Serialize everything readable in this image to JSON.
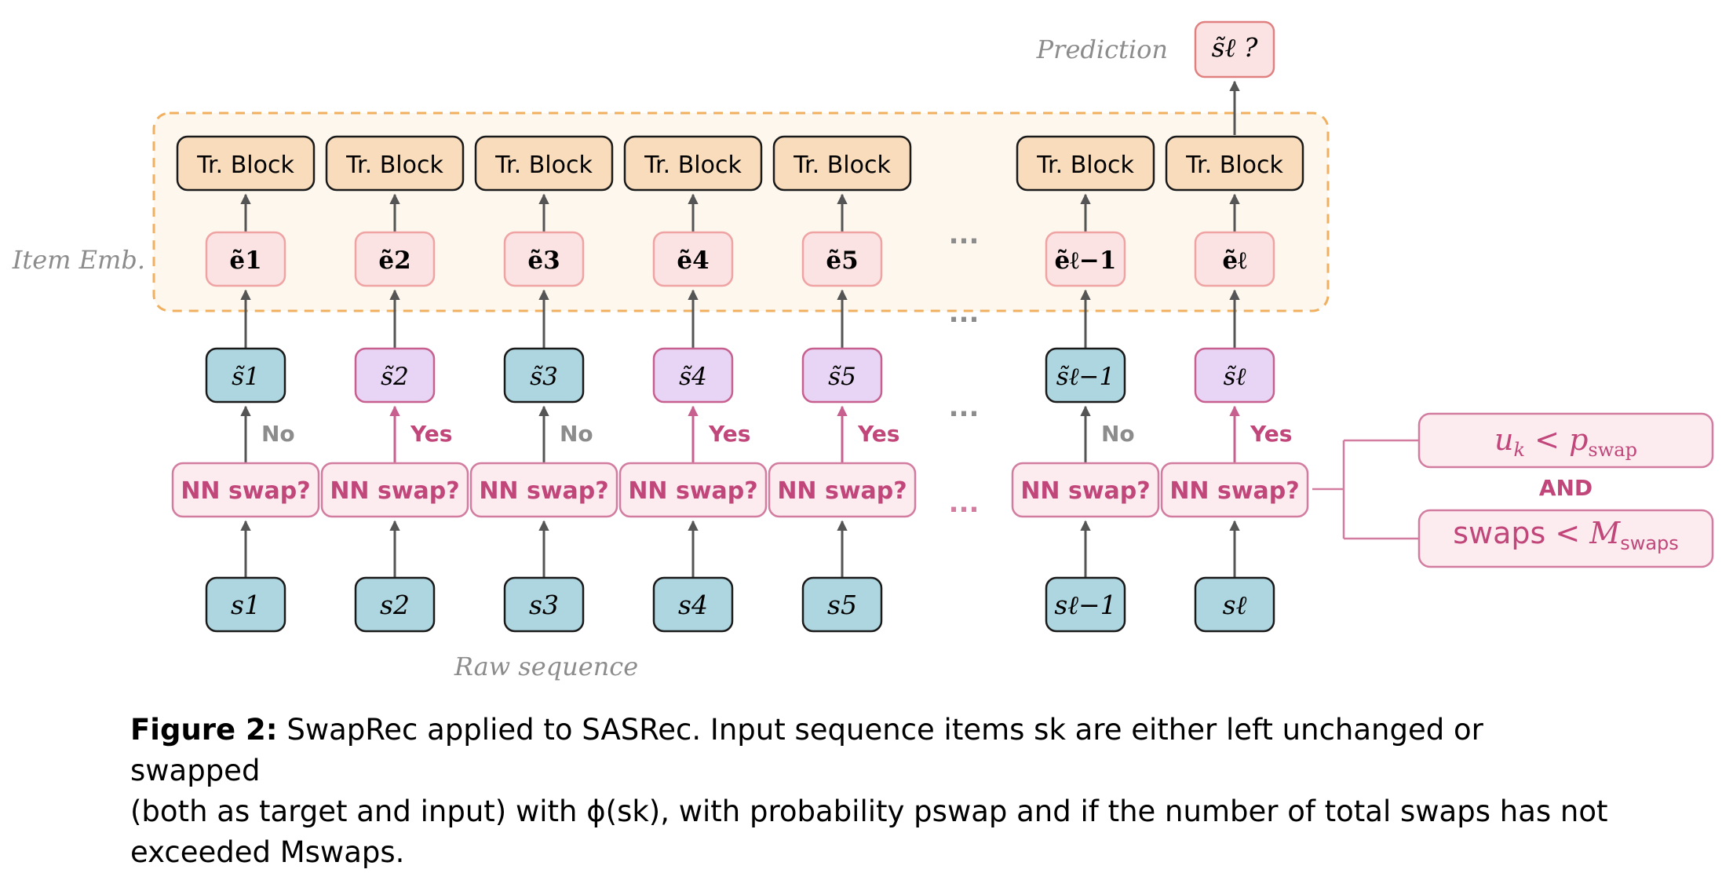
{
  "figure": {
    "prediction_label": "Prediction",
    "prediction_node": "s̃ℓ ?",
    "item_emb_label": "Item Emb.",
    "raw_sequence_label": "Raw sequence",
    "block_label": "Tr. Block",
    "decision_label": "NN swap?",
    "ellipsis": "...",
    "columns": [
      {
        "emb": "ẽ1",
        "swapped": "s̃1",
        "raw": "s1",
        "decision": "No",
        "state": "kept"
      },
      {
        "emb": "ẽ2",
        "swapped": "s̃2",
        "raw": "s2",
        "decision": "Yes",
        "state": "swapped"
      },
      {
        "emb": "ẽ3",
        "swapped": "s̃3",
        "raw": "s3",
        "decision": "No",
        "state": "kept"
      },
      {
        "emb": "ẽ4",
        "swapped": "s̃4",
        "raw": "s4",
        "decision": "Yes",
        "state": "swapped"
      },
      {
        "emb": "ẽ5",
        "swapped": "s̃5",
        "raw": "s5",
        "decision": "Yes",
        "state": "swapped"
      },
      {
        "emb": "ẽℓ−1",
        "swapped": "s̃ℓ−1",
        "raw": "sℓ−1",
        "decision": "No",
        "state": "kept"
      },
      {
        "emb": "ẽℓ",
        "swapped": "s̃ℓ",
        "raw": "sℓ",
        "decision": "Yes",
        "state": "swapped"
      }
    ],
    "condition_1": "uk < pswap",
    "condition_join": "AND",
    "condition_2": "swaps < Mswaps"
  },
  "caption": {
    "figure_label": "Figure 2:",
    "line1": "SwapRec applied to SASRec. Input sequence items sk are either left unchanged or swapped",
    "line2": "(both as target and input) with ϕ(sk), with probability pswap and if the number of total swaps has not",
    "line3": "exceeded Mswaps."
  },
  "colors": {
    "block_fill": "#f9dcbc",
    "emb_fill": "#fbe3e3",
    "emb_stroke": "#f0a3a3",
    "kept_fill": "#aed6e0",
    "swapped_fill": "#e8d5f5",
    "swapped_stroke": "#c8608f",
    "pink_text": "#c1467a",
    "decision_fill": "#fcebef",
    "decision_stroke": "#d27ca0",
    "grey_text": "#8c8c8c",
    "arrow": "#555555",
    "dash": "#f0b060",
    "region_fill": "#fdf7ee"
  }
}
